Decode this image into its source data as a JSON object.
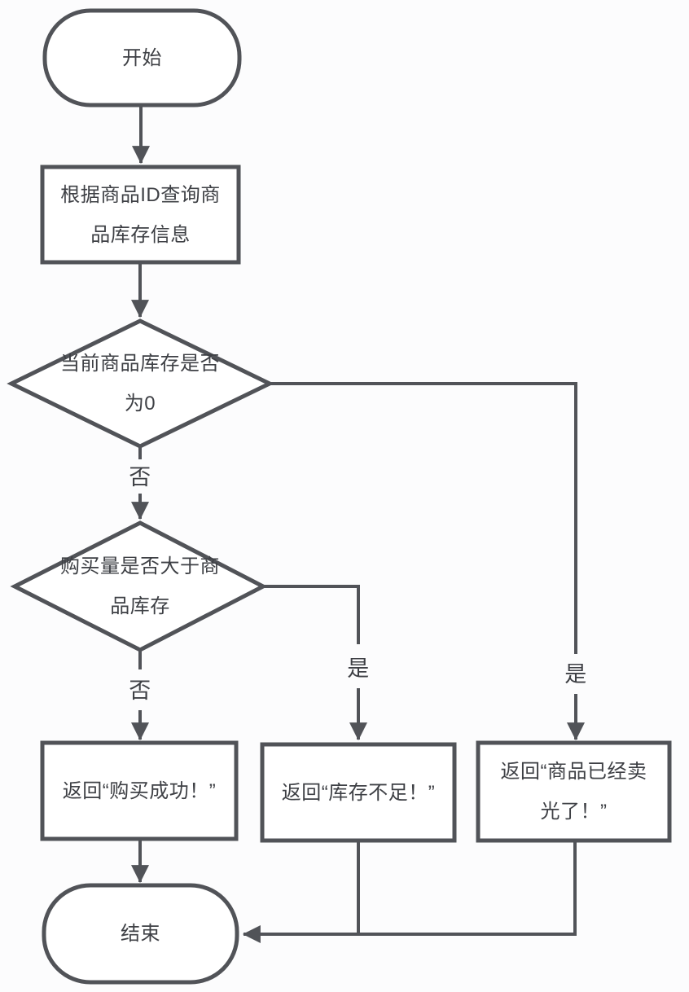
{
  "diagram": {
    "background": "#FCFCFD",
    "stroke_color": "#515358",
    "text_color": "#3E4045",
    "nodes": {
      "start": {
        "type": "terminator",
        "label": "开始"
      },
      "query_stock": {
        "type": "process",
        "label": "根据商品ID查询商\n品库存信息"
      },
      "stock_zero_check": {
        "type": "decision",
        "label": "当前商品库存是否\n为0"
      },
      "qty_exceeds_check": {
        "type": "decision",
        "label": "购买量是否大于商\n品库存"
      },
      "return_success": {
        "type": "process",
        "label": "返回“购买成功！”"
      },
      "return_insufficient": {
        "type": "process",
        "label": "返回“库存不足！”"
      },
      "return_soldout": {
        "type": "process",
        "label": "返回“商品已经卖\n光了！”"
      },
      "end": {
        "type": "terminator",
        "label": "结束"
      }
    },
    "edge_labels": {
      "stock_zero_no": "否",
      "stock_zero_yes": "是",
      "qty_exceeds_no": "否",
      "qty_exceeds_yes": "是"
    }
  }
}
